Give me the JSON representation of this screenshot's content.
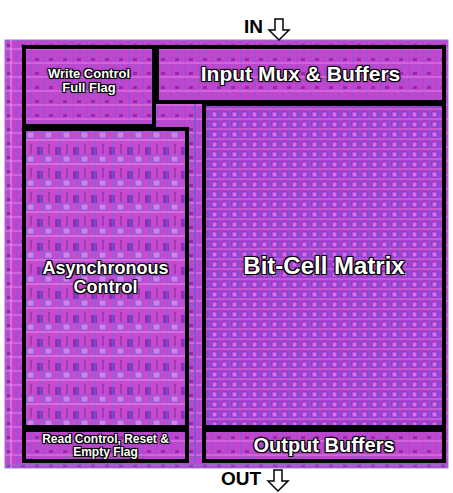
{
  "diagram": {
    "nodes": [
      {
        "text": [
          "Write Control Full Flag"
        ]
      },
      {
        "text": [
          "Input Mux & Buffers"
        ]
      },
      {
        "text": [
          "Asynchronous Control"
        ]
      },
      {
        "text": [
          "Bit-Cell Matrix"
        ]
      },
      {
        "text": [
          "Read Control, Reset & Empty Flag"
        ]
      },
      {
        "text": [
          "Output Buffers"
        ]
      }
    ],
    "labels": [
      "IN",
      "OUT"
    ]
  }
}
